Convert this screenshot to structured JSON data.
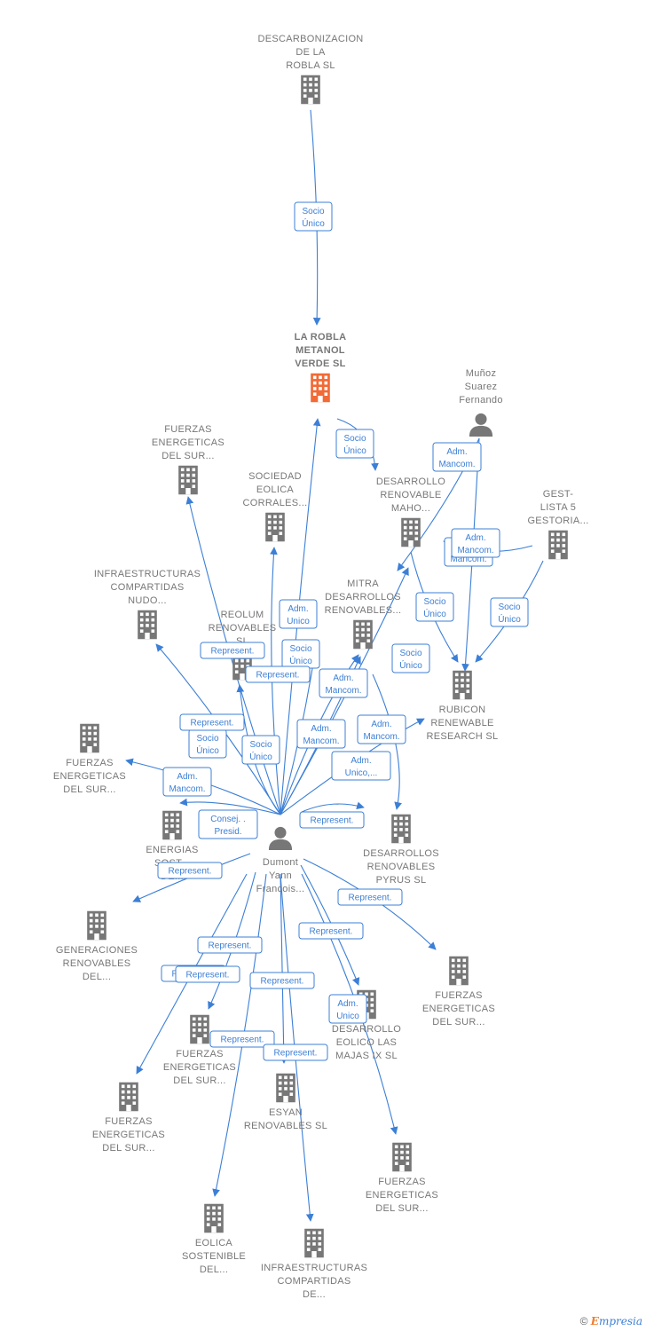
{
  "colors": {
    "edge": "#3c7fd6",
    "company": "#777777",
    "main_company": "#f26a35",
    "person": "#777777"
  },
  "nodes": [
    {
      "id": "descarbonizacion",
      "type": "company",
      "label": [
        "DESCARBONIZACION",
        "DE LA",
        "ROBLA  SL"
      ]
    },
    {
      "id": "larobla",
      "type": "company",
      "main": true,
      "label": [
        "LA ROBLA",
        "METANOL",
        "VERDE  SL"
      ]
    },
    {
      "id": "munoz",
      "type": "person",
      "label": [
        "Muñoz",
        "Suarez",
        "Fernando"
      ]
    },
    {
      "id": "fuerzas1",
      "type": "company",
      "label": [
        "FUERZAS",
        "ENERGETICAS",
        "DEL SUR..."
      ]
    },
    {
      "id": "sociedad",
      "type": "company",
      "label": [
        "SOCIEDAD",
        "EOLICA",
        "CORRALES..."
      ]
    },
    {
      "id": "desarrollo_maho",
      "type": "company",
      "label": [
        "DESARROLLO",
        "RENOVABLE",
        "MAHO..."
      ]
    },
    {
      "id": "gest",
      "type": "company",
      "label": [
        "GEST-",
        "LISTA 5",
        "GESTORIA..."
      ]
    },
    {
      "id": "infra1",
      "type": "company",
      "label": [
        "INFRAESTRUCTURAS",
        "COMPARTIDAS",
        "NUDO..."
      ]
    },
    {
      "id": "mitra",
      "type": "company",
      "label": [
        "MITRA",
        "DESARROLLOS",
        "RENOVABLES..."
      ]
    },
    {
      "id": "reolum",
      "type": "company",
      "label": [
        "REOLUM",
        "RENOVABLES",
        "SL"
      ]
    },
    {
      "id": "rubicon",
      "type": "company",
      "label": [
        "RUBICON",
        "RENEWABLE",
        "RESEARCH  SL"
      ]
    },
    {
      "id": "fuerzas2",
      "type": "company",
      "label": [
        "FUERZAS",
        "ENERGETICAS",
        "DEL SUR..."
      ]
    },
    {
      "id": "energias",
      "type": "company",
      "label": [
        "ENERGIAS",
        "SOST...",
        "DE..."
      ]
    },
    {
      "id": "dumont",
      "type": "person",
      "label": [
        "Dumont",
        "Yann",
        "Francois..."
      ]
    },
    {
      "id": "pyrus",
      "type": "company",
      "label": [
        "DESARROLLOS",
        "RENOVABLES",
        "PYRUS  SL"
      ]
    },
    {
      "id": "generaciones",
      "type": "company",
      "label": [
        "GENERACIONES",
        "RENOVABLES",
        "DEL..."
      ]
    },
    {
      "id": "fuerzas3",
      "type": "company",
      "label": [
        "FUERZAS",
        "ENERGETICAS",
        "DEL SUR..."
      ]
    },
    {
      "id": "fuerzas4",
      "type": "company",
      "label": [
        "FUERZAS",
        "ENERGETICAS",
        "DEL SUR..."
      ]
    },
    {
      "id": "majas",
      "type": "company",
      "label": [
        "DESARROLLO",
        "EOLICO LAS",
        "MAJAS IX  SL"
      ]
    },
    {
      "id": "fuerzas5",
      "type": "company",
      "label": [
        "FUERZAS",
        "ENERGETICAS",
        "DEL SUR..."
      ]
    },
    {
      "id": "esyan",
      "type": "company",
      "label": [
        "ESYAN",
        "RENOVABLES SL"
      ]
    },
    {
      "id": "fuerzas6",
      "type": "company",
      "label": [
        "FUERZAS",
        "ENERGETICAS",
        "DEL SUR..."
      ]
    },
    {
      "id": "eolica",
      "type": "company",
      "label": [
        "EOLICA",
        "SOSTENIBLE",
        "DEL..."
      ]
    },
    {
      "id": "infra2",
      "type": "company",
      "label": [
        "INFRAESTRUCTURAS",
        "COMPARTIDAS",
        "DE..."
      ]
    }
  ],
  "edge_labels": [
    [
      "Socio",
      "Único"
    ],
    [
      "Socio",
      "Único"
    ],
    [
      "Adm.",
      "Mancom."
    ],
    [
      "Adm.",
      "Mancom."
    ],
    [
      "Socio",
      "Único"
    ],
    [
      "Adm.",
      "Mancom."
    ],
    [
      "Socio",
      "Único"
    ],
    [
      "Socio",
      "Único"
    ],
    [
      "Adm.",
      "Unico"
    ],
    [
      "Represent."
    ],
    [
      "Socio",
      "Único"
    ],
    [
      "Represent."
    ],
    [
      "Socio",
      "Único"
    ],
    [
      "Adm.",
      "Mancom."
    ],
    [
      "Represent."
    ],
    [
      "Socio",
      "Único"
    ],
    [
      "Adm.",
      "Mancom."
    ],
    [
      "Adm.",
      "Mancom."
    ],
    [
      "Adm.",
      "Unico,..."
    ],
    [
      "Represent."
    ],
    [
      "Adm.",
      "Mancom."
    ],
    [
      "Consej. .",
      "Presid."
    ],
    [
      "Represent."
    ],
    [
      "Represent."
    ],
    [
      "Represent."
    ],
    [
      "Represent."
    ],
    [
      "Represent."
    ],
    [
      "Represent."
    ],
    [
      "Adm.",
      "Unico"
    ],
    [
      "Represent."
    ],
    [
      "Represent."
    ],
    [
      "Represent."
    ]
  ],
  "footer": {
    "copyright": "©",
    "brand_first": "E",
    "brand_rest": "mpresia"
  }
}
